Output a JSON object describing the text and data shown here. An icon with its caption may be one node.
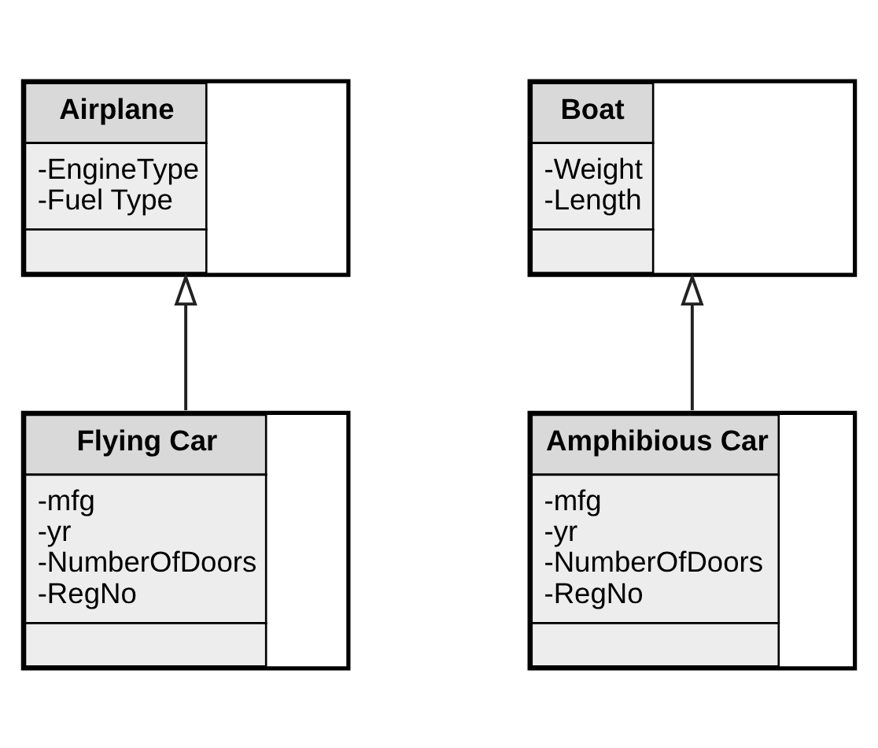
{
  "diagram": {
    "nodes": [
      {
        "text": [
          "Airplane",
          "-EngineType",
          "-Fuel Type"
        ]
      },
      {
        "text": [
          "Boat",
          "-Weight",
          "-Length"
        ]
      },
      {
        "text": [
          "Flying Car",
          "-mfg",
          "-yr",
          "-NumberOfDoors",
          "-RegNo"
        ]
      },
      {
        "text": [
          "Amphibious Car",
          "-mfg",
          "-yr",
          "-NumberOfDoors",
          "-RegNo"
        ]
      }
    ],
    "edges": [
      {
        "from": 2,
        "to": 0,
        "arrow": "to"
      },
      {
        "from": 3,
        "to": 1,
        "arrow": "to"
      }
    ]
  }
}
